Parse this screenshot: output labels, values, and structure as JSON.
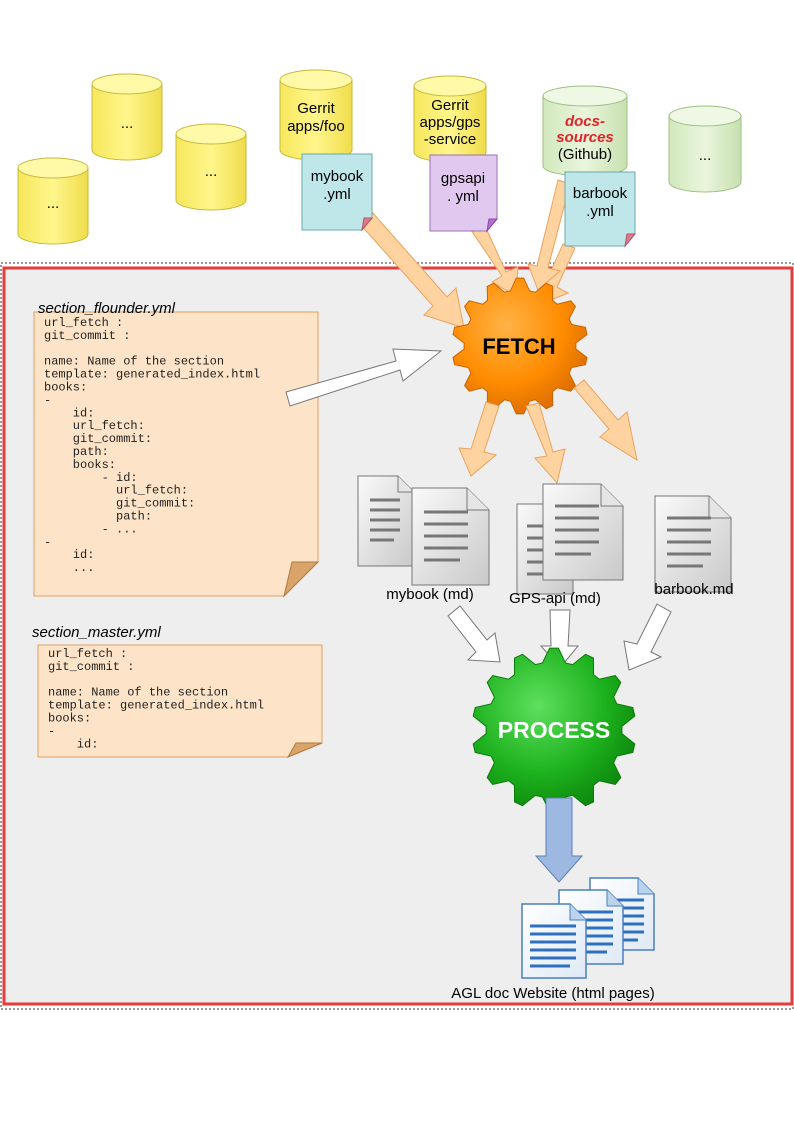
{
  "repos": {
    "generic": [
      "...",
      "...",
      "..."
    ],
    "gerrit_foo": {
      "line1": "Gerrit",
      "line2": "apps/foo"
    },
    "gerrit_gps": {
      "line1": "Gerrit",
      "line2": "apps/gps",
      "line3": "-service"
    },
    "docs_sources": {
      "line1": "docs-",
      "line2": "sources",
      "line3": "(Github)"
    },
    "green_more": "..."
  },
  "yml_files": {
    "mybook": {
      "line1": "mybook",
      "line2": ".yml"
    },
    "gpsapi": {
      "line1": "gpsapi",
      "line2": ". yml"
    },
    "barbook": {
      "line1": "barbook",
      "line2": ".yml"
    }
  },
  "config_files": {
    "flounder": {
      "title": "section_flounder.yml",
      "lines": [
        "url_fetch :",
        "git_commit :",
        "",
        "name: Name of the section",
        "template: generated_index.html",
        "books:",
        "-",
        "    id:",
        "    url_fetch:",
        "    git_commit:",
        "    path:",
        "    books:",
        "        - id:",
        "          url_fetch:",
        "          git_commit:",
        "          path:",
        "        - ...",
        "-",
        "    id:",
        "    ..."
      ]
    },
    "master": {
      "title": "section_master.yml",
      "lines": [
        "url_fetch :",
        "git_commit :",
        "",
        "name: Name of the section",
        "template: generated_index.html",
        "books:",
        "-",
        "    id:"
      ]
    }
  },
  "steps": {
    "fetch": "FETCH",
    "process": "PROCESS"
  },
  "documents": {
    "mybook": "mybook (md)",
    "gpsapi": "GPS-api (md)",
    "barbook": "barbook.md"
  },
  "output": {
    "label": "AGL doc Website (html pages)"
  },
  "colors": {
    "repo_yellow": "#fff47a",
    "repo_green": "#dff0cf",
    "frame_red": "#e63c3c",
    "panel_gray": "#eeeeee",
    "fetch_orange": "#ff8c00",
    "process_green": "#1db11d",
    "docs_red": "#e0242a"
  }
}
